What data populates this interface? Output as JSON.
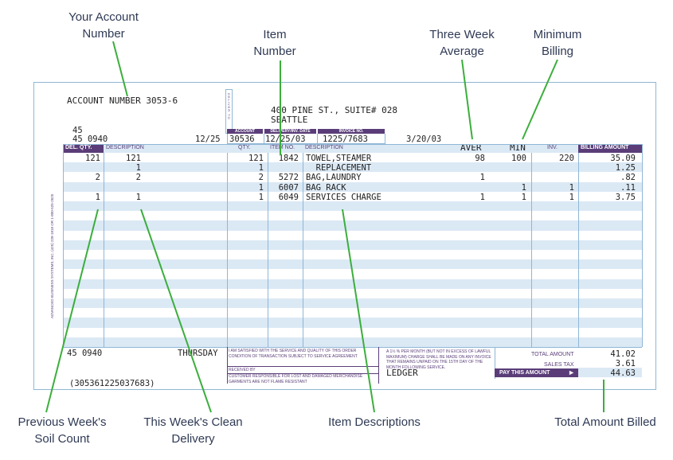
{
  "callouts": {
    "account_number": [
      "Your Account",
      "Number"
    ],
    "item_number": [
      "Item",
      "Number"
    ],
    "three_week_average": [
      "Three Week",
      "Average"
    ],
    "minimum_billing": [
      "Minimum",
      "Billing"
    ],
    "previous_week": [
      "Previous Week's",
      "Soil Count"
    ],
    "clean_delivery": [
      "This Week's Clean",
      "Delivery"
    ],
    "item_descriptions": [
      "Item Descriptions"
    ],
    "total_amount_billed": [
      "Total Amount Billed"
    ]
  },
  "invoice": {
    "account_line": "ACCOUNT NUMBER 3053-6",
    "deliver_to": "DELIVER TO",
    "address_line1": "400 PINE ST., SUITE# 028",
    "address_line2": "SEATTLE",
    "route_top": "45",
    "route_bottom": "45 0940",
    "prev_date": "12/25",
    "header_labels": {
      "account": "ACCOUNT",
      "delivery_date": "DELIVERY/INV. DATE",
      "invoice_no": "INVOICE NO."
    },
    "account_value": "30536",
    "delivery_date": "12/25/03",
    "invoice_no": "1225/7683",
    "next_date": "3/20/03",
    "columns": {
      "del_qty": "DEL. QTY.",
      "description_left": "DESCRIPTION",
      "qty": "QTY.",
      "item_no": "ITEM NO.",
      "description": "DESCRIPTION",
      "aver": "AVER",
      "min": "MIN",
      "inv": "INV.",
      "billing_amount": "BILLING AMOUNT"
    },
    "rows": [
      {
        "del_qty": "121",
        "desc_left": "121",
        "qty": "121",
        "item_no": "1842",
        "description": "TOWEL,STEAMER",
        "aver": "98",
        "min": "100",
        "inv": "220",
        "amount": "35.09"
      },
      {
        "del_qty": "",
        "desc_left": "1",
        "qty": "1",
        "item_no": "",
        "description": "  REPLACEMENT",
        "aver": "",
        "min": "",
        "inv": "",
        "amount": "1.25"
      },
      {
        "del_qty": "2",
        "desc_left": "2",
        "qty": "2",
        "item_no": "5272",
        "description": "BAG,LAUNDRY",
        "aver": "1",
        "min": "",
        "inv": "",
        "amount": ".82"
      },
      {
        "del_qty": "",
        "desc_left": "",
        "qty": "1",
        "item_no": "6007",
        "description": "BAG RACK",
        "aver": "",
        "min": "1",
        "inv": "1",
        "amount": ".11"
      },
      {
        "del_qty": "1",
        "desc_left": "1",
        "qty": "1",
        "item_no": "6049",
        "description": "SERVICES CHARGE",
        "aver": "1",
        "min": "1",
        "inv": "1",
        "amount": "3.75"
      }
    ],
    "side_text": "ADVANCED BUSINESS SYSTEMS, INC. (425) 228-1818 OR 1-800-525-2625",
    "footer": {
      "route": "45 0940",
      "day": "THURSDAY",
      "satisfied": "I AM SATISFIED WITH THE SERVICE AND QUALITY OF THIS ORDER CONDITION OF TRANSACTION SUBJECT TO SERVICE AGREEMENT",
      "received_by": "RECEIVED BY",
      "responsible": "CUSTOMER RESPONSIBLE FOR LOST AND DAMAGED MERCHANDISE GARMENTS ARE NOT FLAME RESISTANT",
      "finance": "A 1½ % PER MONTH (BUT NOT IN EXCESS OF LAWFUL MAXIMUM) CHARGE SHALL BE MADE ON ANY INVOICE THAT REMAINS UNPAID ON THE 15TH DAY OF THE MONTH FOLLOWING SERVICE.",
      "ledger": "LEDGER",
      "total_amount_label": "TOTAL AMOUNT",
      "total_amount": "41.02",
      "sales_tax_label": "SALES TAX",
      "sales_tax": "3.61",
      "pay_label": "PAY THIS AMOUNT",
      "pay_amount": "44.63",
      "barcode_text": "(305361225037683)"
    }
  },
  "colors": {
    "purple": "#5a3d78",
    "stripe": "#dbe9f5",
    "callout_line": "#3cae3c",
    "callout_text": "#2f3a55"
  }
}
